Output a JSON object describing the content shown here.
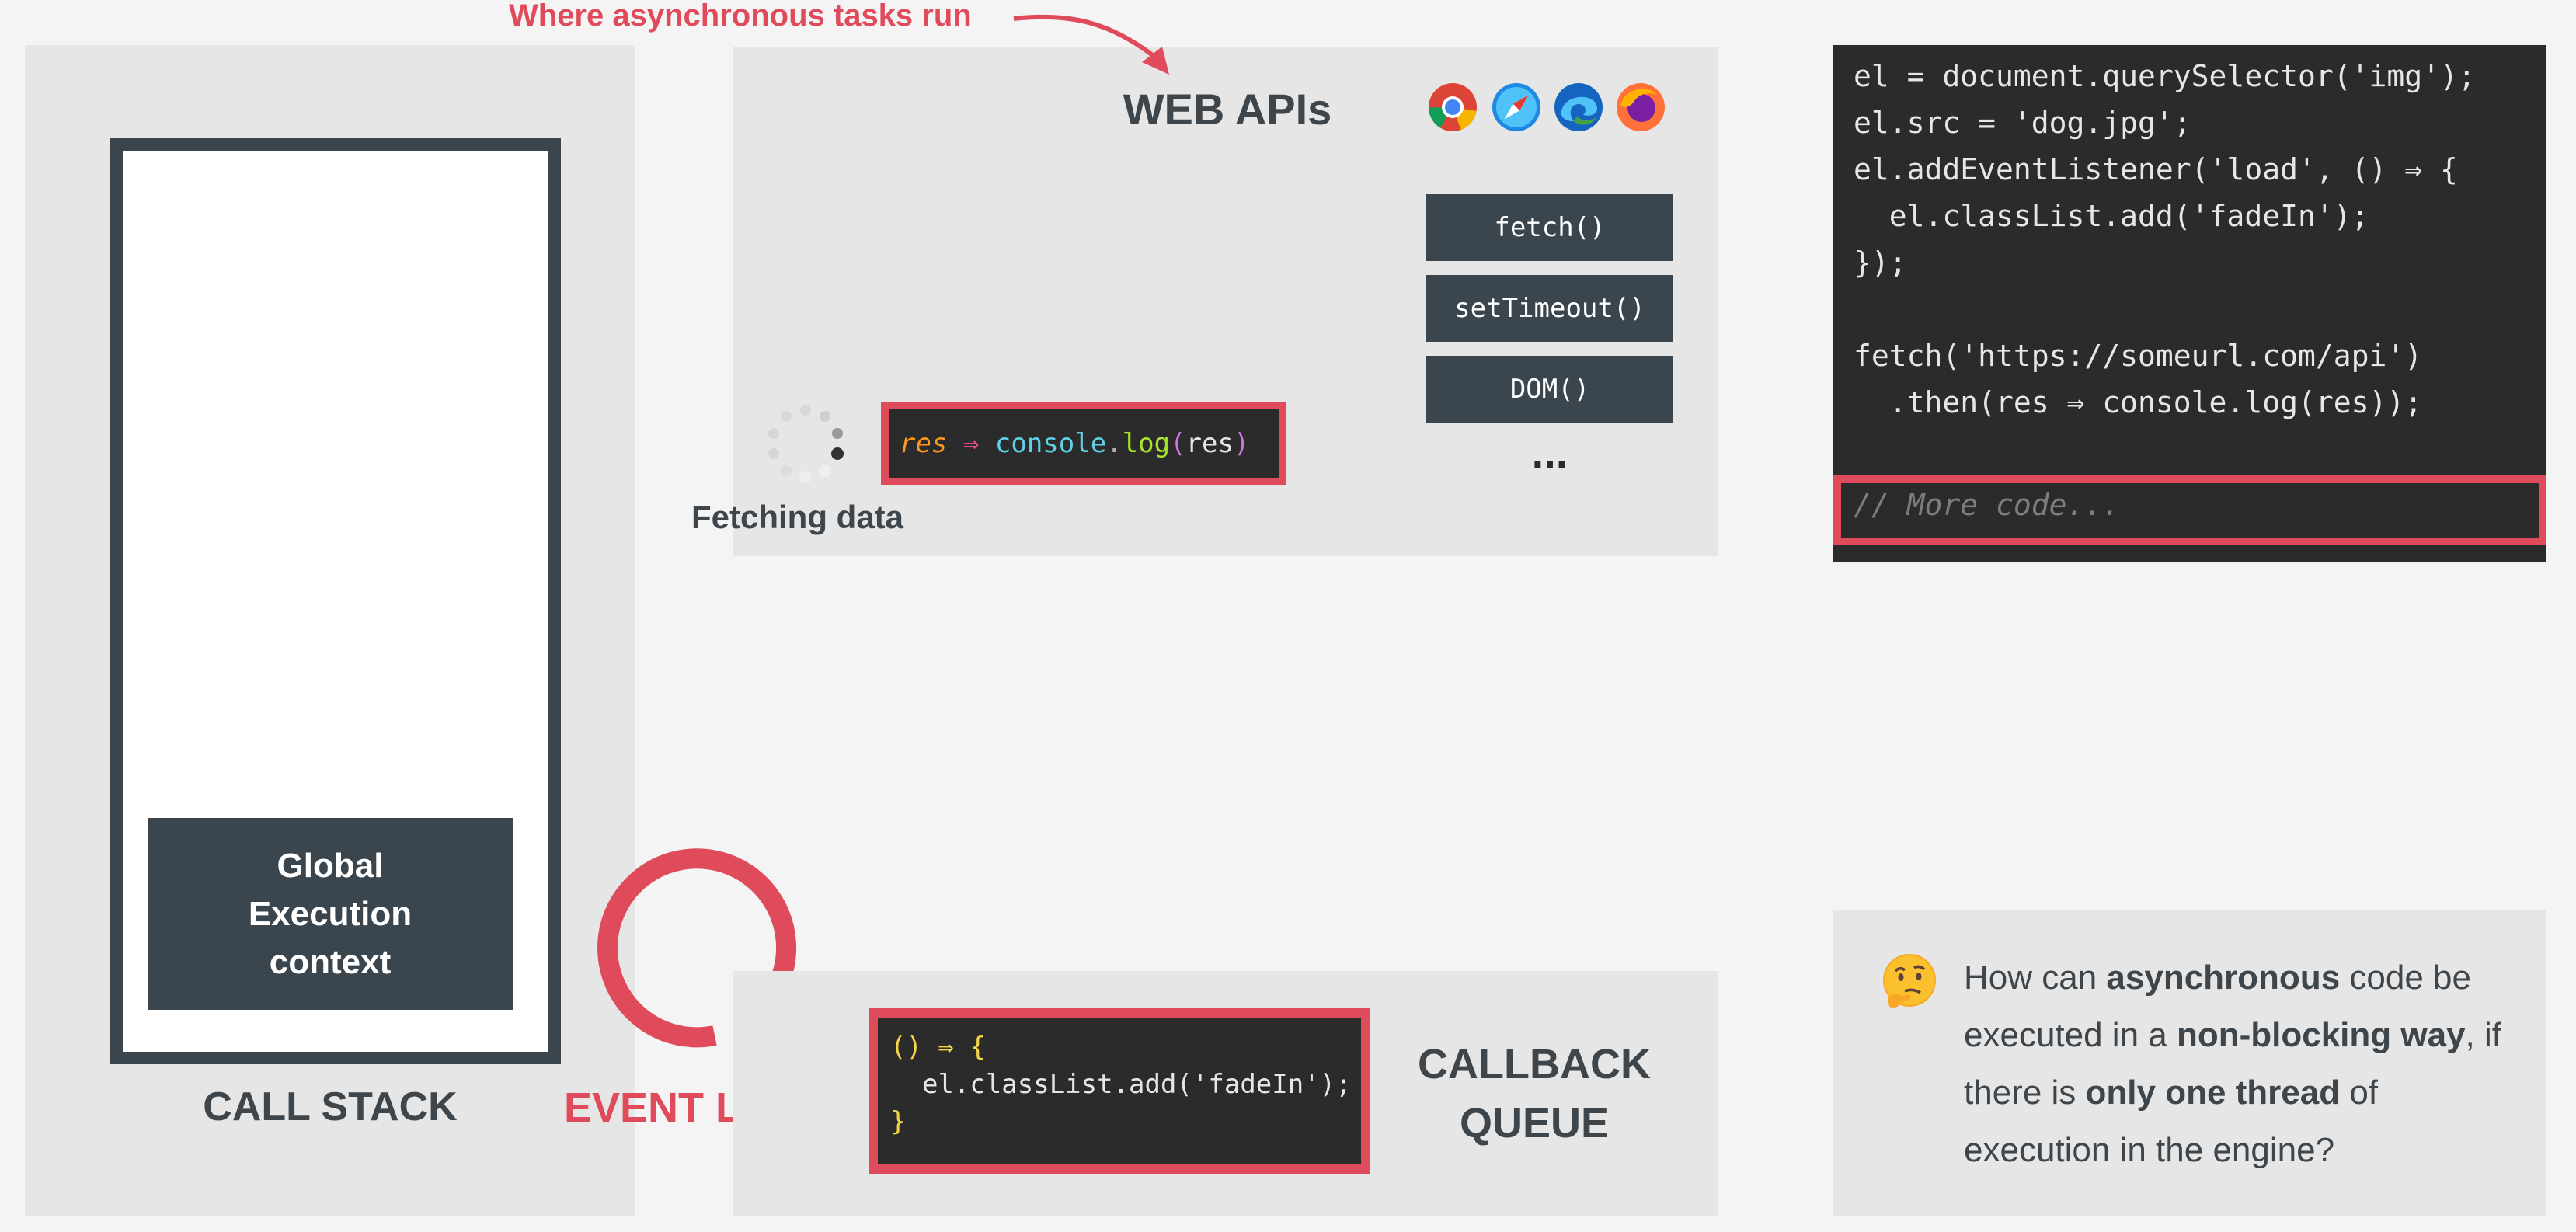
{
  "annotation": "Where asynchronous tasks run",
  "web_apis": {
    "title": "WEB APIs",
    "browsers": [
      "chrome-icon",
      "safari-icon",
      "edge-icon",
      "firefox-icon"
    ],
    "apis": [
      "fetch()",
      "setTimeout()",
      "DOM()"
    ],
    "more": "...",
    "fetching_label": "Fetching data",
    "callback": {
      "param": "res",
      "arrow": "⇒",
      "obj": "console",
      "dot": ".",
      "fn": "log",
      "open": "(",
      "arg": "res",
      "close": ")"
    }
  },
  "call_stack": {
    "label": "CALL STACK",
    "frame": "Global Execution context"
  },
  "event_loop": {
    "label": "EVENT LOOP"
  },
  "callback_queue": {
    "label": "CALLBACK QUEUE",
    "item_lines": [
      "() ⇒ {",
      "  el.classList.add('fadeIn');",
      "}"
    ]
  },
  "code": {
    "lines": [
      "el = document.querySelector('img');",
      "el.src = 'dog.jpg';",
      "el.addEventListener('load', () ⇒ {",
      "  el.classList.add('fadeIn');",
      "});",
      "",
      "fetch('https://someurl.com/api')",
      "  .then(res ⇒ console.log(res));"
    ],
    "more": "// More code..."
  },
  "question": {
    "parts": [
      "How can ",
      "asynchronous",
      " code be executed in a ",
      "non-blocking way",
      ", if there is ",
      "only one thread",
      " of execution in the engine?"
    ]
  },
  "colors": {
    "accent": "#e04b5c",
    "dark_box": "#3b454d",
    "panel": "#e6e6e6",
    "code_bg": "#2b2b2b"
  }
}
